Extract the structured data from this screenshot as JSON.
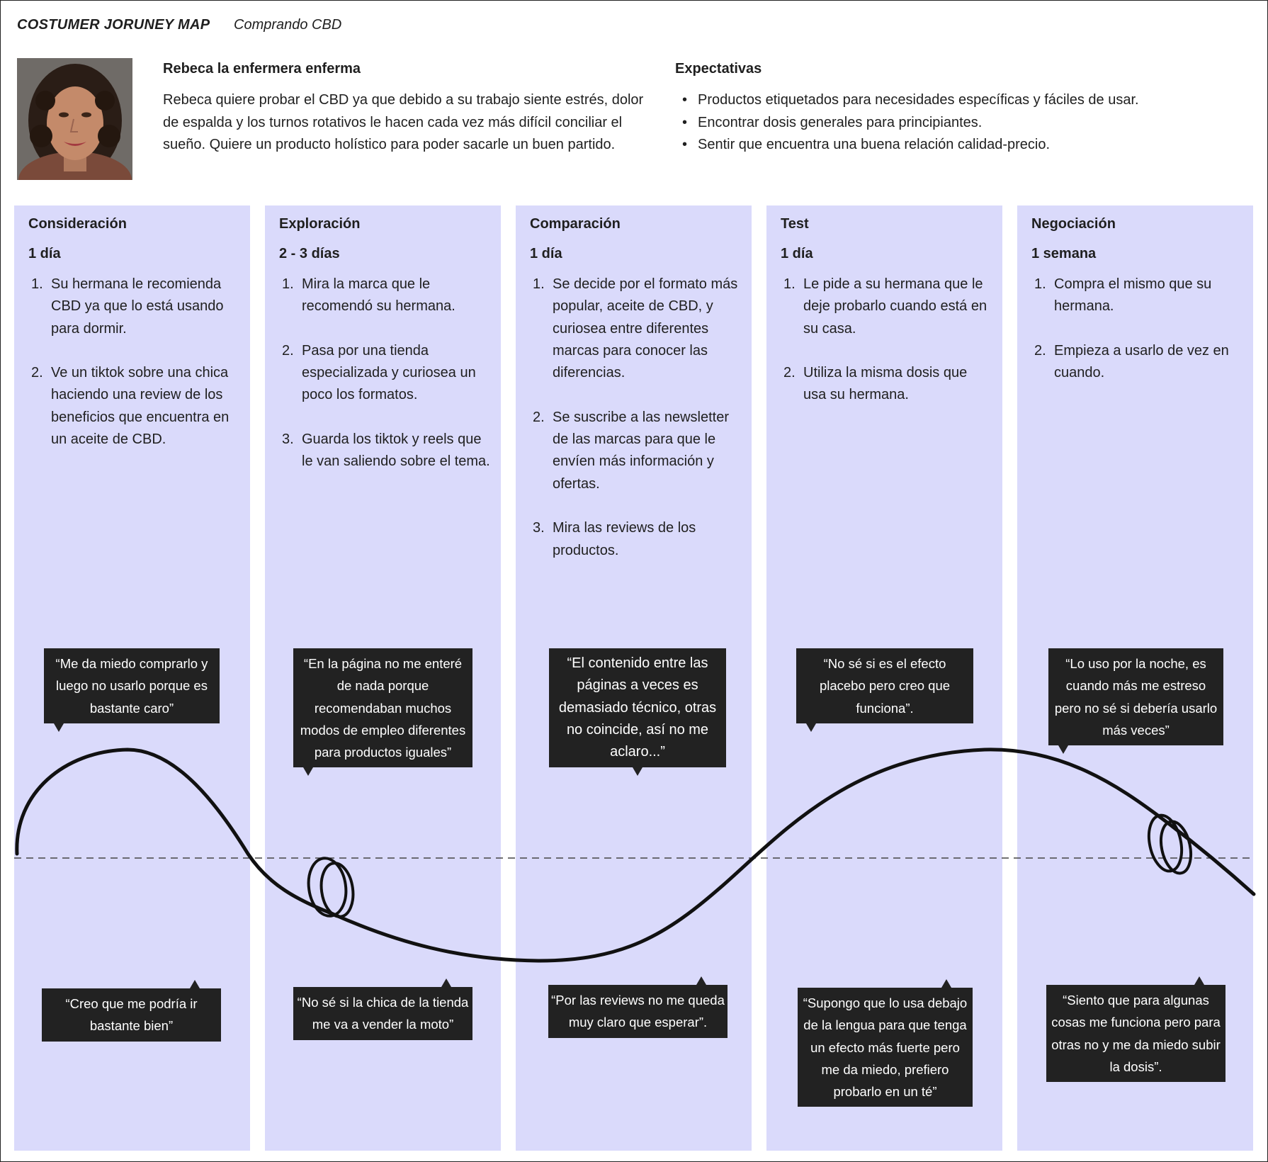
{
  "header": {
    "title": "COSTUMER JORUNEY MAP",
    "subtitle": "Comprando CBD"
  },
  "persona": {
    "photo_icon": "persona-photo",
    "name": "Rebeca la enfermera enferma",
    "description": "Rebeca quiere probar el CBD ya que debido a su trabajo siente estrés, dolor de espalda y los turnos rotativos le hacen cada vez más difícil conciliar el sueño. Quiere un producto holístico para poder sacarle un buen partido."
  },
  "expectations": {
    "title": "Expectativas",
    "items": [
      "Productos etiquetados para necesidades específicas y fáciles de usar.",
      "Encontrar dosis generales para principiantes.",
      "Sentir que encuentra una buena relación calidad-precio."
    ]
  },
  "colors": {
    "column_bg": "#dadafb",
    "quote_bg": "#222222",
    "curve": "#111111"
  },
  "stages": [
    {
      "name": "Consideración",
      "duration": "1 día",
      "steps": [
        "Su hermana le recomienda CBD ya que lo está usando para dormir.",
        "Ve un tiktok sobre una chica haciendo una review de los beneficios que encuentra en un aceite de CBD."
      ],
      "quote_top": "“Me da miedo comprarlo y luego no usarlo porque es bastante caro”",
      "quote_bottom": "“Creo que me podría ir bastante bien”"
    },
    {
      "name": "Exploración",
      "duration": "2 - 3 días",
      "steps": [
        "Mira la marca que le recomendó su hermana.",
        "Pasa por una tienda especializada y curiosea un poco los formatos.",
        "Guarda los tiktok y reels que le van saliendo sobre el tema."
      ],
      "quote_top": "“En la página no me enteré de nada porque recomendaban muchos modos de empleo diferentes para productos iguales”",
      "quote_bottom": "“No sé si la chica de la tienda me va a vender la moto”"
    },
    {
      "name": "Comparación",
      "duration": "1 día",
      "steps": [
        "Se decide por el formato más popular, aceite de CBD, y curiosea entre diferentes marcas para conocer las diferencias.",
        "Se suscribe a las newsletter de las marcas para que le envíen más información y ofertas.",
        "Mira las reviews de los productos."
      ],
      "quote_top": "“El contenido entre las páginas a veces es demasiado técnico, otras no coincide, así no me aclaro...”",
      "quote_bottom": "“Por las reviews no me queda muy claro que esperar”."
    },
    {
      "name": "Test",
      "duration": "1 día",
      "steps": [
        "Le pide a su hermana que le deje probarlo cuando está en su casa.",
        "Utiliza la misma dosis que usa su hermana."
      ],
      "quote_top": "“No sé si es el efecto placebo pero creo que funciona”.",
      "quote_bottom": "“Supongo que lo usa debajo de la lengua para que tenga un efecto más fuerte pero me da miedo, prefiero probarlo en un té”"
    },
    {
      "name": "Negociación",
      "duration": "1 semana",
      "steps": [
        "Compra el mismo que su hermana.",
        "Empieza a usarlo de vez en cuando."
      ],
      "quote_top": "“Lo uso por la noche, es cuando más me estreso pero no sé si debería usarlo más veces”",
      "quote_bottom": "“Siento que para algunas cosas me funciona pero para otras no y me da miedo subir la dosis”."
    }
  ]
}
